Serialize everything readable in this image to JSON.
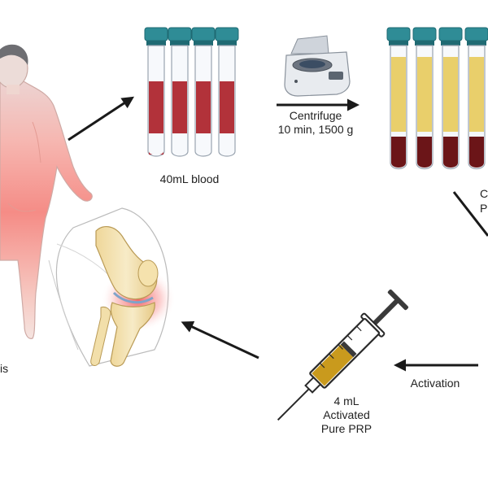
{
  "labels": {
    "blood": "40mL blood",
    "centrifuge_line1": "Centrifuge",
    "centrifuge_line2": "10 min, 1500 g",
    "activation": "Activation",
    "dose_line1": "4 mL",
    "dose_line2": "Activated",
    "dose_line3": "Pure PRP",
    "cut_left": "is",
    "cut_right_1": "C",
    "cut_right_2": "P"
  },
  "colors": {
    "tube_cap": "#2f8c96",
    "tube_cap_dark": "#1f6a73",
    "blood": "#b2323a",
    "plasma": "#e9cf6b",
    "buffy": "#eef0f5",
    "rbc": "#6b1518",
    "arrow": "#1a1a1a",
    "skin": "#f2c2b5",
    "inflammation": "#f24a4a",
    "bone": "#f3e3b0",
    "cartilage": "#7fa3c9",
    "syringe_fill": "#c99a1d"
  },
  "icons": [
    "person-icon",
    "blood-tube-icon",
    "centrifuge-icon",
    "separated-tube-icon",
    "knee-joint-icon",
    "syringe-icon"
  ]
}
